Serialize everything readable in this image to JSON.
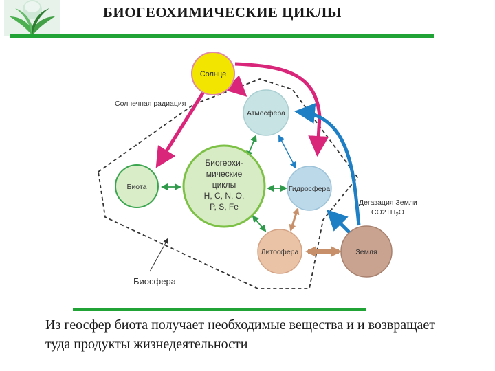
{
  "header": {
    "title": "БИОГЕОХИМИЧЕСКИЕ ЦИКЛЫ"
  },
  "diagram": {
    "nodes": {
      "sun": "Солнце",
      "atmosphere": "Атмосфера",
      "biota": "Биота",
      "hydrosphere": "Гидросфера",
      "lithosphere": "Литосфера",
      "earth": "Земля",
      "center_lines": [
        "Биогеохи-",
        "мические",
        "циклы",
        "H, C, N, O,",
        "P, S, Fe"
      ]
    },
    "labels": {
      "solar_radiation": "Солнечная радиация",
      "degassing_line1": "Дегазация Земли",
      "degassing_line2_main": "CO2+H",
      "degassing_line2_sub": "2",
      "degassing_line2_end": "O",
      "biosphere": "Биосфера"
    },
    "colors": {
      "accent_green": "#21a336",
      "sun": "#f2e600",
      "magenta_arrow": "#d9267a",
      "blue_arrow": "#1f7fc4",
      "brown_arrow": "#c8906a",
      "green_arrow": "#2e9a4a"
    }
  },
  "footer": {
    "caption": "Из геосфер биота получает необходимые вещества и и возвращает туда продукты жизнедеятельности"
  }
}
